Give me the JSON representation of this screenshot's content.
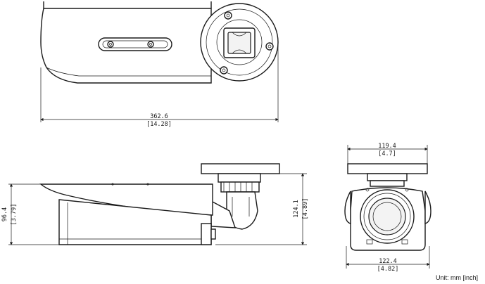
{
  "dimensions": {
    "length_mm": "362.6",
    "length_in": "[14.28]",
    "width_mm": "119.4",
    "width_in": "[4.7]",
    "height_mm": "96.4",
    "height_in": "[3.79]",
    "total_height_mm": "124.1",
    "total_height_in": "[4.89]",
    "front_width_mm": "122.4",
    "front_width_in": "[4.82]"
  },
  "unit_label": "Unit: mm [inch]"
}
